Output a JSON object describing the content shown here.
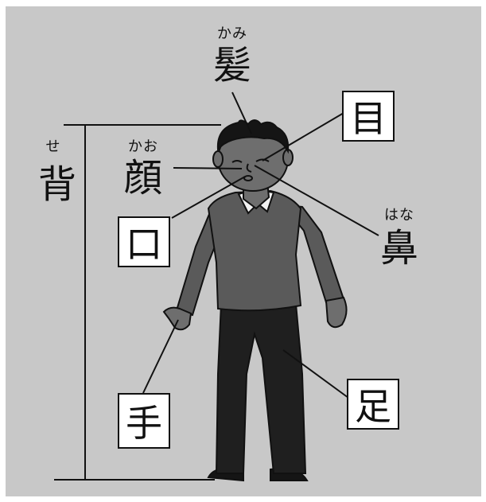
{
  "labels": {
    "kami": {
      "kanji": "髪",
      "reading": "かみ"
    },
    "kao": {
      "kanji": "顔",
      "reading": "かお"
    },
    "se": {
      "kanji": "背",
      "reading": "せ"
    },
    "hana": {
      "kanji": "鼻",
      "reading": "はな"
    },
    "me": {
      "kanji": "目"
    },
    "kuchi": {
      "kanji": "口"
    },
    "te": {
      "kanji": "手"
    },
    "ashi": {
      "kanji": "足"
    }
  },
  "colors": {
    "background": "#c8c8c8",
    "skin": "#6e6e6e",
    "sweater": "#5a5a5a",
    "pants": "#1f1f1f",
    "hair": "#151515",
    "line": "#111111"
  }
}
